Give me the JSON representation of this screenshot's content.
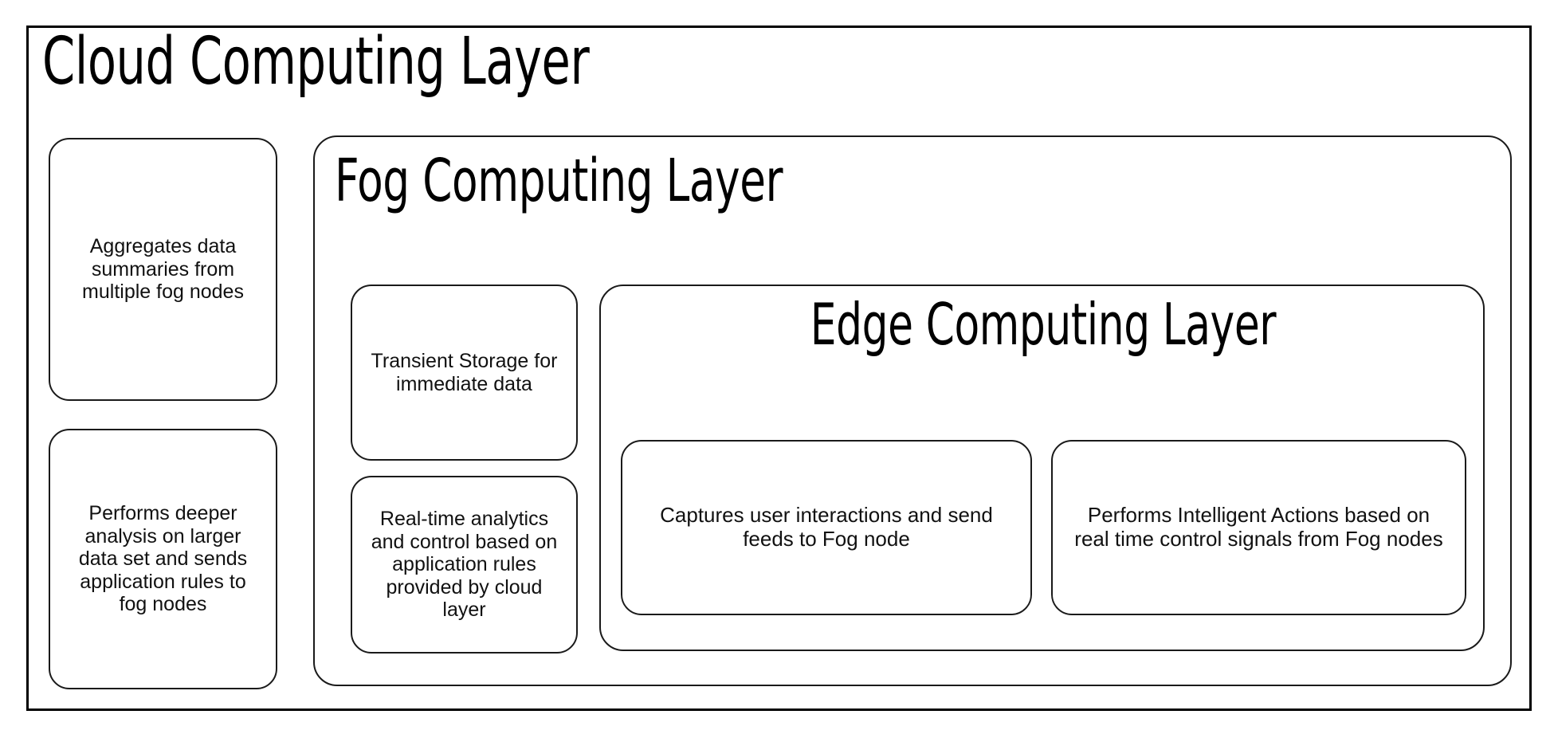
{
  "diagram": {
    "type": "nested-layer-diagram",
    "background_color": "#ffffff",
    "line_color": "#000000",
    "text_color": "#111111",
    "cloud_layer": {
      "title": "Cloud Computing Layer",
      "boxes": [
        {
          "text": "Aggregates data\nsummaries from\nmultiple fog nodes"
        },
        {
          "text": "Performs deeper\nanalysis on larger\ndata set and sends\napplication rules to\nfog nodes"
        }
      ],
      "fog_layer": {
        "title": "Fog Computing Layer",
        "boxes": [
          {
            "text": "Transient Storage for\nimmediate data"
          },
          {
            "text": "Real-time analytics\nand control based on\napplication rules\nprovided by cloud\nlayer"
          }
        ],
        "edge_layer": {
          "title": "Edge Computing Layer",
          "boxes": [
            {
              "text": "Captures user interactions and send\nfeeds to Fog node"
            },
            {
              "text": "Performs Intelligent Actions based on\nreal time control signals from Fog nodes"
            }
          ]
        }
      }
    }
  }
}
